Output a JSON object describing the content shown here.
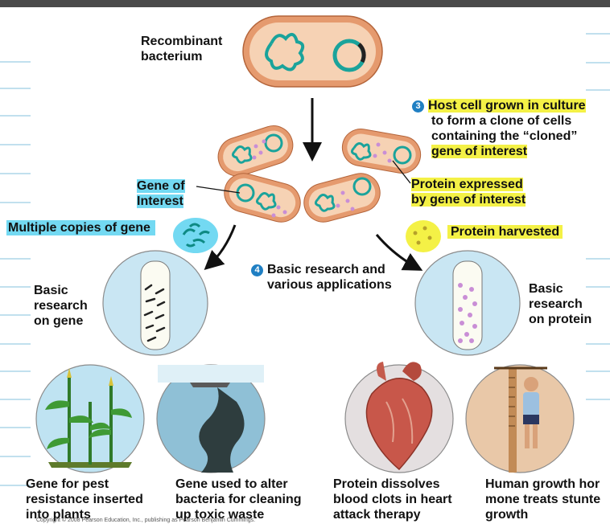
{
  "labels": {
    "recombinant": "Recombinant\nbacterium",
    "step3_num": "3",
    "step3_line1": "Host cell grown in culture",
    "step3_line2": "to form a clone of cells",
    "step3_line3": "containing the “cloned”",
    "step3_line4": "gene of interest",
    "gene_of_interest_1": "Gene of",
    "gene_of_interest_2": "Interest",
    "protein_expressed_1": "Protein expressed",
    "protein_expressed_2": "by gene of interest",
    "multiple_copies": "Multiple copies of gene",
    "protein_harvested": "Protein harvested",
    "step4_num": "4",
    "step4_line1": "Basic research and",
    "step4_line2": "various applications",
    "basic_gene_1": "Basic",
    "basic_gene_2": "research",
    "basic_gene_3": "on gene",
    "basic_protein_1": "Basic",
    "basic_protein_2": "research",
    "basic_protein_3": "on protein",
    "app1_1": "Gene for pest",
    "app1_2": "resistance inserted",
    "app1_3": "into plants",
    "app2_1": "Gene used to alter",
    "app2_2": "bacteria for cleaning",
    "app2_3": "up toxic waste",
    "app3_1": "Protein dissolves",
    "app3_2": "blood clots in heart",
    "app3_3": "attack therapy",
    "app4_1": "Human growth hor",
    "app4_2": "mone treats stunte",
    "app4_3": "growth",
    "copyright": "Copyright © 2008 Pearson Education, Inc., publishing as Pearson Benjamin Cummings."
  },
  "colors": {
    "bacteria_outer": "#e59a6e",
    "bacteria_inner": "#f6d2b4",
    "dna": "#1aa39b",
    "protein_dots": "#c98ed6",
    "circle_fill": "#c9e6f3",
    "highlight_yellow": "#f4f146",
    "highlight_cyan": "#73d9f2",
    "step_badge": "#1f7fc3"
  }
}
